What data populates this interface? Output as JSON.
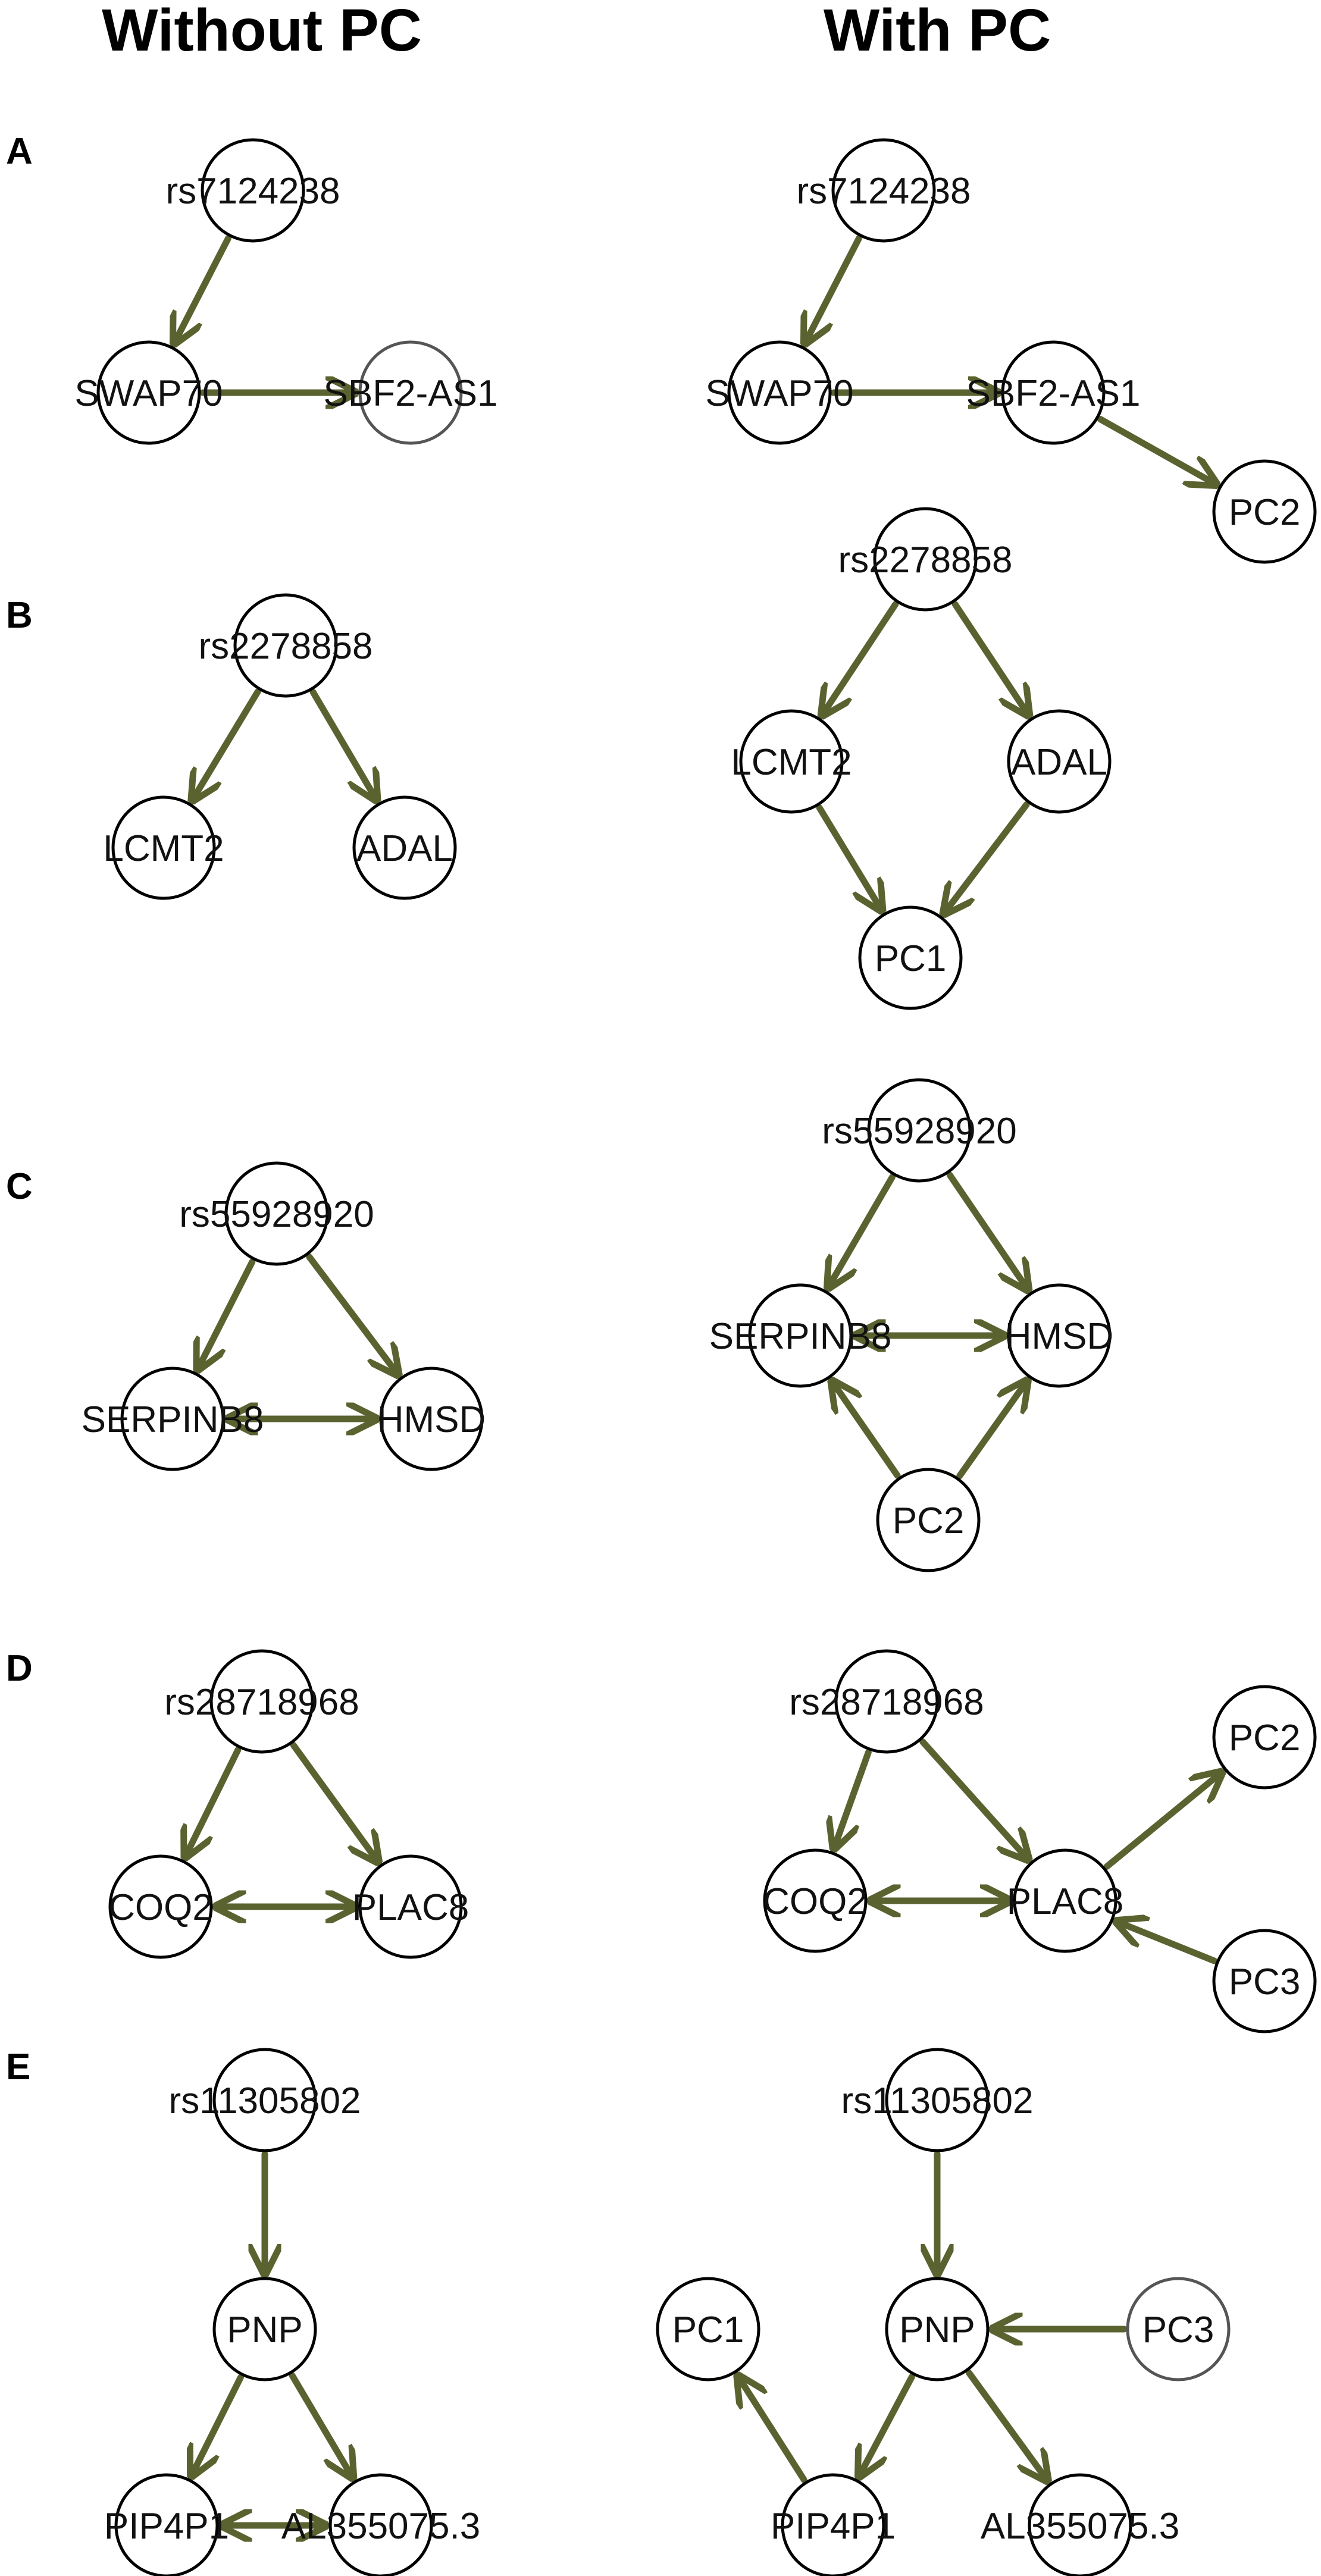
{
  "titles": {
    "left": "Without PC",
    "right": "With PC"
  },
  "colors": {
    "edge": "#5a6330",
    "node_stroke": "#000000",
    "node_stroke_gray": "#555555",
    "background": "#ffffff"
  },
  "panels": [
    {
      "id": "A",
      "label": "A",
      "left": {
        "nodes": [
          "rs7124238",
          "SWAP70",
          "SBF2-AS1"
        ],
        "edges": [
          [
            "rs7124238",
            "SWAP70",
            "directed"
          ],
          [
            "SWAP70",
            "SBF2-AS1",
            "directed"
          ]
        ],
        "gray_nodes": [
          "SBF2-AS1"
        ]
      },
      "right": {
        "nodes": [
          "rs7124238",
          "SWAP70",
          "SBF2-AS1",
          "PC2"
        ],
        "edges": [
          [
            "rs7124238",
            "SWAP70",
            "directed"
          ],
          [
            "SWAP70",
            "SBF2-AS1",
            "directed"
          ],
          [
            "SBF2-AS1",
            "PC2",
            "directed"
          ]
        ],
        "gray_nodes": []
      }
    },
    {
      "id": "B",
      "label": "B",
      "left": {
        "nodes": [
          "rs2278858",
          "LCMT2",
          "ADAL"
        ],
        "edges": [
          [
            "rs2278858",
            "LCMT2",
            "directed"
          ],
          [
            "rs2278858",
            "ADAL",
            "directed"
          ]
        ],
        "gray_nodes": []
      },
      "right": {
        "nodes": [
          "rs2278858",
          "LCMT2",
          "ADAL",
          "PC1"
        ],
        "edges": [
          [
            "rs2278858",
            "LCMT2",
            "directed"
          ],
          [
            "rs2278858",
            "ADAL",
            "directed"
          ],
          [
            "LCMT2",
            "PC1",
            "directed"
          ],
          [
            "ADAL",
            "PC1",
            "directed"
          ]
        ],
        "gray_nodes": []
      }
    },
    {
      "id": "C",
      "label": "C",
      "left": {
        "nodes": [
          "rs55928920",
          "SERPINB8",
          "HMSD"
        ],
        "edges": [
          [
            "rs55928920",
            "SERPINB8",
            "directed"
          ],
          [
            "rs55928920",
            "HMSD",
            "directed"
          ],
          [
            "SERPINB8",
            "HMSD",
            "bidirected"
          ]
        ],
        "gray_nodes": []
      },
      "right": {
        "nodes": [
          "rs55928920",
          "SERPINB8",
          "HMSD",
          "PC2"
        ],
        "edges": [
          [
            "rs55928920",
            "SERPINB8",
            "directed"
          ],
          [
            "rs55928920",
            "HMSD",
            "directed"
          ],
          [
            "SERPINB8",
            "HMSD",
            "bidirected"
          ],
          [
            "PC2",
            "SERPINB8",
            "directed"
          ],
          [
            "PC2",
            "HMSD",
            "directed"
          ]
        ],
        "gray_nodes": []
      }
    },
    {
      "id": "D",
      "label": "D",
      "left": {
        "nodes": [
          "rs28718968",
          "COQ2",
          "PLAC8"
        ],
        "edges": [
          [
            "rs28718968",
            "COQ2",
            "directed"
          ],
          [
            "rs28718968",
            "PLAC8",
            "directed"
          ],
          [
            "COQ2",
            "PLAC8",
            "bidirected"
          ]
        ],
        "gray_nodes": []
      },
      "right": {
        "nodes": [
          "rs28718968",
          "COQ2",
          "PLAC8",
          "PC2",
          "PC3"
        ],
        "edges": [
          [
            "rs28718968",
            "COQ2",
            "directed"
          ],
          [
            "rs28718968",
            "PLAC8",
            "directed"
          ],
          [
            "COQ2",
            "PLAC8",
            "bidirected"
          ],
          [
            "PLAC8",
            "PC2",
            "directed"
          ],
          [
            "PC3",
            "PLAC8",
            "directed"
          ]
        ],
        "gray_nodes": []
      }
    },
    {
      "id": "E",
      "label": "E",
      "left": {
        "nodes": [
          "rs11305802",
          "PNP",
          "PIP4P1",
          "AL355075.3"
        ],
        "edges": [
          [
            "rs11305802",
            "PNP",
            "directed"
          ],
          [
            "PNP",
            "PIP4P1",
            "directed"
          ],
          [
            "PNP",
            "AL355075.3",
            "directed"
          ],
          [
            "PIP4P1",
            "AL355075.3",
            "bidirected"
          ]
        ],
        "gray_nodes": []
      },
      "right": {
        "nodes": [
          "rs11305802",
          "PNP",
          "PC1",
          "PC3",
          "PIP4P1",
          "AL355075.3"
        ],
        "edges": [
          [
            "rs11305802",
            "PNP",
            "directed"
          ],
          [
            "PC3",
            "PNP",
            "directed"
          ],
          [
            "PNP",
            "PIP4P1",
            "directed"
          ],
          [
            "PNP",
            "AL355075.3",
            "directed"
          ],
          [
            "PIP4P1",
            "PC1",
            "directed"
          ]
        ],
        "gray_nodes": [
          "PC3"
        ]
      }
    }
  ]
}
